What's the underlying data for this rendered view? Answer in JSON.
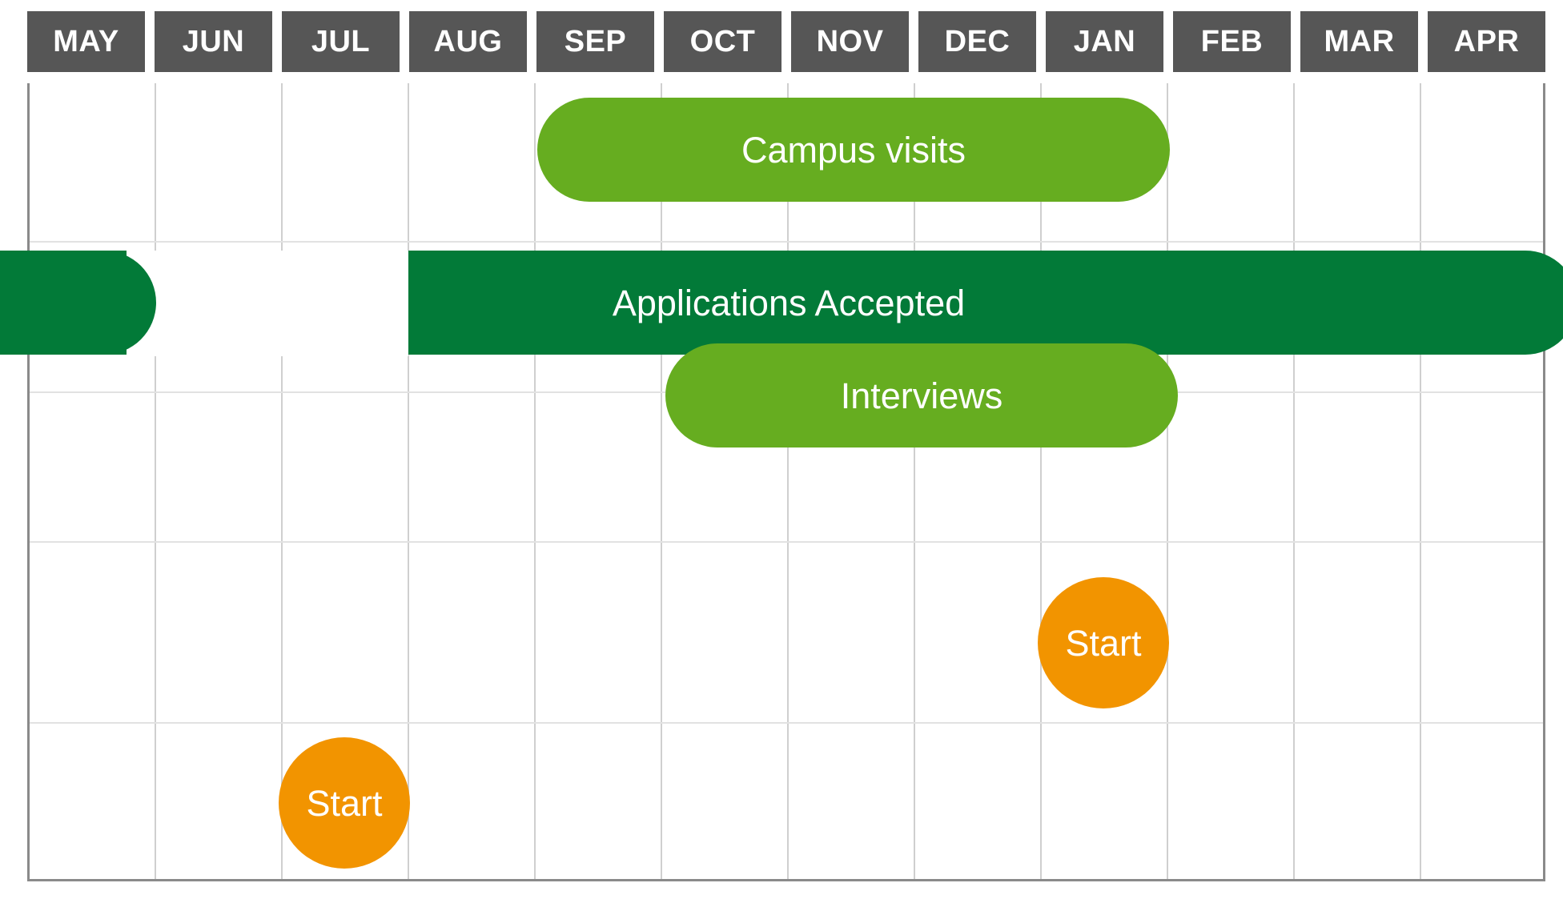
{
  "chart_data": {
    "type": "bar",
    "chart_kind": "gantt",
    "title": "",
    "xlabel": "",
    "ylabel": "",
    "categories": [
      "MAY",
      "JUN",
      "JUL",
      "AUG",
      "SEP",
      "OCT",
      "NOV",
      "DEC",
      "JAN",
      "FEB",
      "MAR",
      "APR"
    ],
    "grid": true,
    "legend": "none",
    "rows": 5,
    "tasks": [
      {
        "label": "Campus visits",
        "row": 1,
        "start_month": "SEP",
        "end_month": "JAN",
        "start_index": 4,
        "end_index": 9,
        "color": "#66AD20",
        "shape": "rounded-bar",
        "clipped_left": false,
        "clipped_right": false
      },
      {
        "label": "Applications Accepted",
        "row": 2,
        "start_month": "AUG",
        "end_month": "APR",
        "start_index": 3,
        "end_index": 12,
        "color": "#027A38",
        "shape": "rounded-bar",
        "clipped_left": true,
        "clipped_right": true,
        "note": "bar continues past both edges of the visible timeline; a separate stub appears at the far left before MAY"
      },
      {
        "label": "Interviews",
        "row": 3,
        "start_month": "OCT",
        "end_month": "JAN",
        "start_index": 5,
        "end_index": 9,
        "color": "#66AD20",
        "shape": "rounded-bar",
        "clipped_left": false,
        "clipped_right": false
      }
    ],
    "milestones": [
      {
        "label": "Start",
        "row": 4,
        "month": "JAN",
        "month_index": 8,
        "color": "#F29400",
        "shape": "circle"
      },
      {
        "label": "Start",
        "row": 5,
        "month": "JUL",
        "month_index": 2,
        "color": "#F29400",
        "shape": "circle"
      }
    ]
  },
  "header": {
    "months": [
      {
        "label": "MAY"
      },
      {
        "label": "JUN"
      },
      {
        "label": "JUL"
      },
      {
        "label": "AUG"
      },
      {
        "label": "SEP"
      },
      {
        "label": "OCT"
      },
      {
        "label": "NOV"
      },
      {
        "label": "DEC"
      },
      {
        "label": "JAN"
      },
      {
        "label": "FEB"
      },
      {
        "label": "MAR"
      },
      {
        "label": "APR"
      }
    ]
  },
  "bars": {
    "campus_visits": {
      "label": "Campus visits"
    },
    "applications_accepted": {
      "label": "Applications Accepted"
    },
    "interviews": {
      "label": "Interviews"
    }
  },
  "milestones": {
    "jan_start": {
      "label": "Start"
    },
    "jul_start": {
      "label": "Start"
    }
  },
  "colors": {
    "header_bg": "#565656",
    "header_text": "#ffffff",
    "light_green": "#66AD20",
    "dark_green": "#027A38",
    "orange": "#F29400",
    "gridline": "#cfcfcf",
    "row_line": "#e2e2e2",
    "border": "#8a8a8a",
    "background": "#ffffff"
  }
}
